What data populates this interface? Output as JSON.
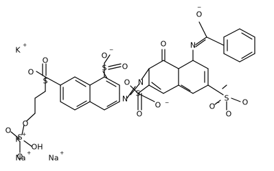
{
  "structure": {
    "counterions": [
      {
        "symbol": "K",
        "charge": "+"
      },
      {
        "symbol": "K",
        "charge": "+"
      },
      {
        "symbol": "Na",
        "charge": "+"
      },
      {
        "symbol": "Na",
        "charge": "+"
      }
    ],
    "atoms": {
      "oxygen": "O",
      "sulfur": "S",
      "nitrogen": "N",
      "hydroxyl": "OH",
      "anion_charge": "−"
    }
  }
}
